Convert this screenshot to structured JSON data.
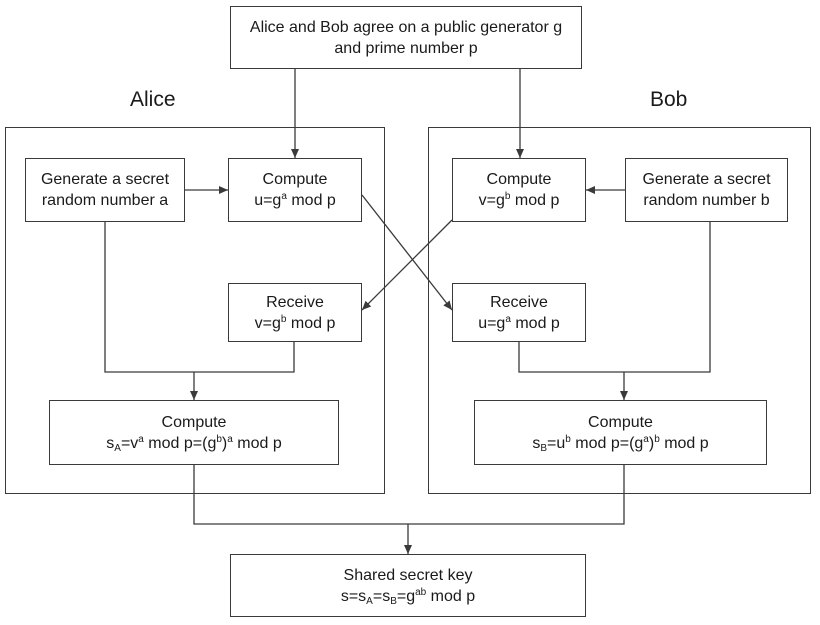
{
  "title_box": {
    "line1": "Alice and Bob agree on a public generator g",
    "line2": "and prime number p"
  },
  "alice": {
    "label": "Alice",
    "secret_box": {
      "line1": "Generate a secret",
      "line2": "random number a"
    },
    "compute_u": {
      "title": "Compute",
      "eq_pre": "u=g",
      "eq_sup": "a",
      "eq_post": " mod p"
    },
    "receive_v": {
      "title": "Receive",
      "eq_pre": "v=g",
      "eq_sup": "b",
      "eq_post": " mod p"
    },
    "compute_s": {
      "title": "Compute",
      "s": "s",
      "s_sub": "A",
      "eq1": "=v",
      "eq1_sup": "a",
      "eq2": " mod p=(g",
      "eq2_sup": "b",
      "eq3": ")",
      "eq3_sup": "a",
      "eq4": " mod p"
    }
  },
  "bob": {
    "label": "Bob",
    "secret_box": {
      "line1": "Generate a secret",
      "line2": "random number b"
    },
    "compute_v": {
      "title": "Compute",
      "eq_pre": "v=g",
      "eq_sup": "b",
      "eq_post": " mod p"
    },
    "receive_u": {
      "title": "Receive",
      "eq_pre": "u=g",
      "eq_sup": "a",
      "eq_post": " mod p"
    },
    "compute_s": {
      "title": "Compute",
      "s": "s",
      "s_sub": "B",
      "eq1": "=u",
      "eq1_sup": "b",
      "eq2": " mod p=(g",
      "eq2_sup": "a",
      "eq3": ")",
      "eq3_sup": "b",
      "eq4": " mod p"
    }
  },
  "shared_box": {
    "title": "Shared secret key",
    "eq_a": "s=s",
    "sub_a": "A",
    "eq_b": "=s",
    "sub_b": "B",
    "eq_c": "=g",
    "sup_c": "ab",
    "eq_d": " mod p"
  }
}
